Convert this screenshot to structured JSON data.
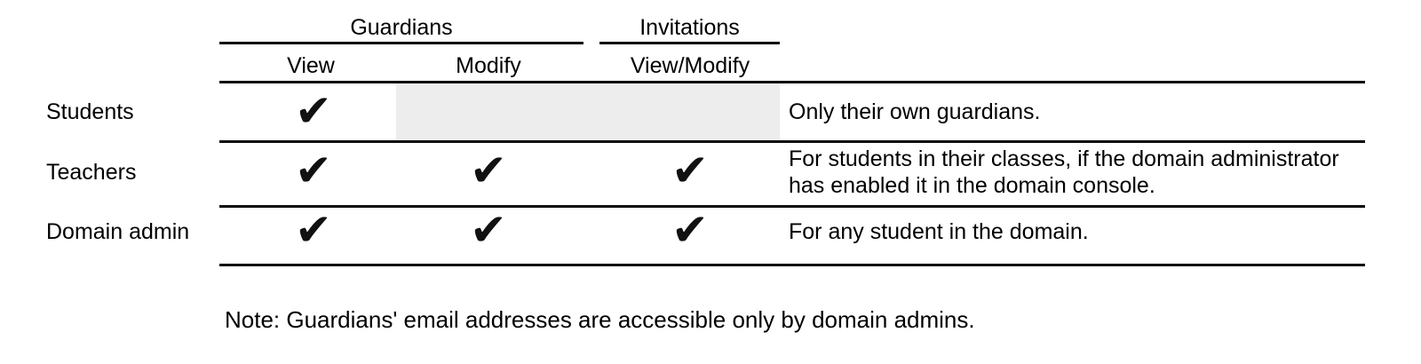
{
  "table": {
    "check_glyph": "✔",
    "column_groups": [
      {
        "label": "Guardians",
        "columns": [
          "View",
          "Modify"
        ]
      },
      {
        "label": "Invitations",
        "columns": [
          "View/Modify"
        ]
      }
    ],
    "columns": [
      {
        "label": "View"
      },
      {
        "label": "Modify"
      },
      {
        "label": "View/Modify"
      }
    ],
    "rows": [
      {
        "label": "Students",
        "view": true,
        "modify": false,
        "view_modify": false,
        "disabled_cells_shaded": true,
        "note": "Only their own guardians."
      },
      {
        "label": "Teachers",
        "view": true,
        "modify": true,
        "view_modify": true,
        "note": "For students in their classes, if the domain administrator has enabled it in the domain console.",
        "note_lines": [
          "For students in their classes, if the domain administrator",
          "has enabled it in the domain console."
        ]
      },
      {
        "label": "Domain admin",
        "view": true,
        "modify": true,
        "view_modify": true,
        "note": "For any student in the domain."
      }
    ]
  },
  "footnote": "Note: Guardians' email addresses are accessible only by domain admins.",
  "colors": {
    "text": "#000000",
    "rule_line": "#0a0a0a",
    "disabled_cell_shade": "#ededed",
    "checkmark": "#111111",
    "background": "#ffffff"
  }
}
